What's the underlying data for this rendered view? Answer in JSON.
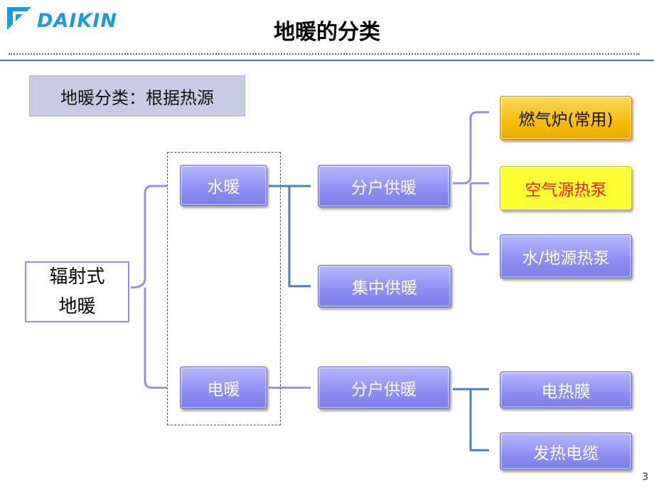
{
  "header": {
    "brand": "DAIKIN",
    "title": "地暖的分类"
  },
  "subtitle": "地暖分类：根据热源",
  "root": {
    "line1": "辐射式",
    "line2": "地暖"
  },
  "branches": {
    "water": {
      "label": "水暖",
      "household": {
        "label": "分户供暖",
        "options": [
          "燃气炉(常用)",
          "空气源热泵",
          "水/地源热泵"
        ]
      },
      "central": {
        "label": "集中供暖"
      }
    },
    "electric": {
      "label": "电暖",
      "household": {
        "label": "分户供暖",
        "options": [
          "电热膜",
          "发热电缆"
        ]
      }
    }
  },
  "page_number": "3",
  "colors": {
    "brand": "#1e9ad6",
    "node": "#8c8df2",
    "highlight_gold": "#f5b800",
    "highlight_yellow": "#ffff33",
    "highlight_text": "#ff1a1a",
    "rule": "#4a6f9c"
  }
}
